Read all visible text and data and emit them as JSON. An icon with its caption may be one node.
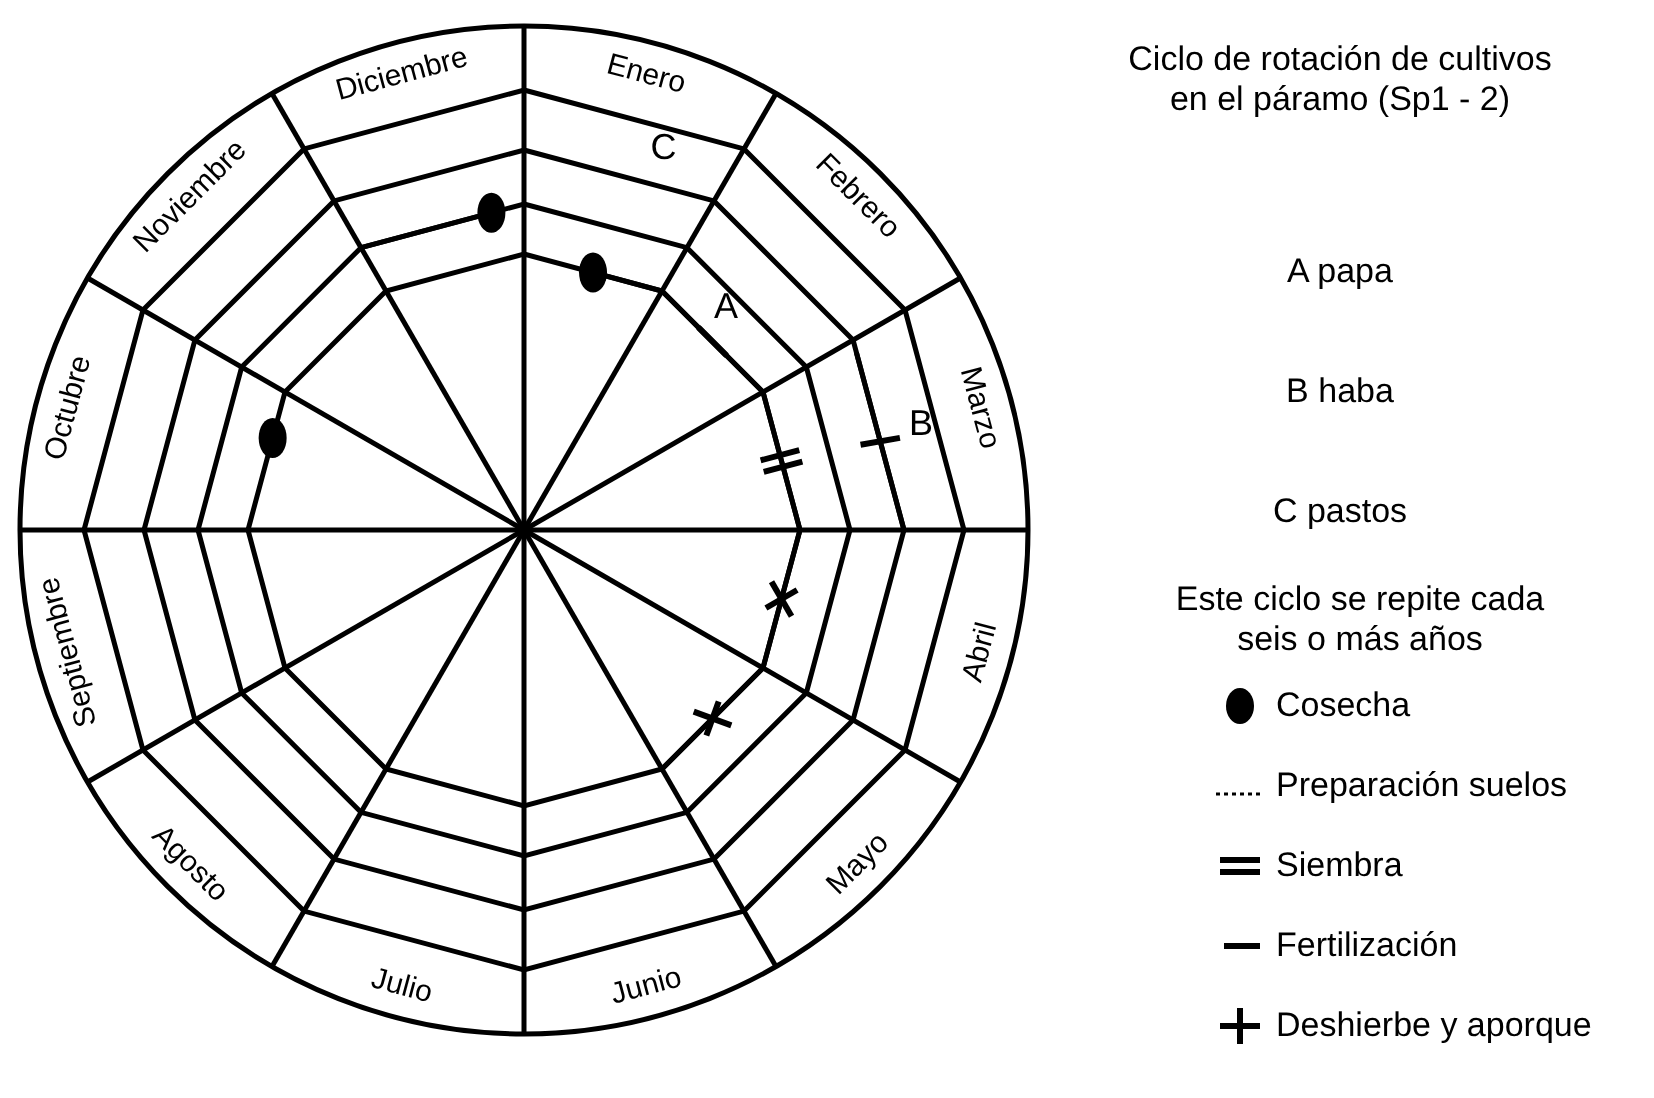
{
  "diagram": {
    "title": "Ciclo de rotación de cultivos en el páramo (Sp1 - 2)",
    "labels": [
      "Enero",
      "Febrero",
      "Marzo",
      "Abril",
      "Mayo",
      "Junio",
      "Julio",
      "Agosto",
      "Septiembre",
      "Octubre",
      "Noviembre",
      "Diciembre",
      "A",
      "B",
      "C",
      "A papa",
      "B haba",
      "C pastos",
      "Este ciclo se repite cada seis o más años"
    ],
    "legend": [
      {
        "text": "Cosecha"
      },
      {
        "text": "Preparación suelos"
      },
      {
        "text": "Siembra"
      },
      {
        "text": "Fertilización"
      },
      {
        "text": "Deshierbe y aporque"
      }
    ]
  }
}
